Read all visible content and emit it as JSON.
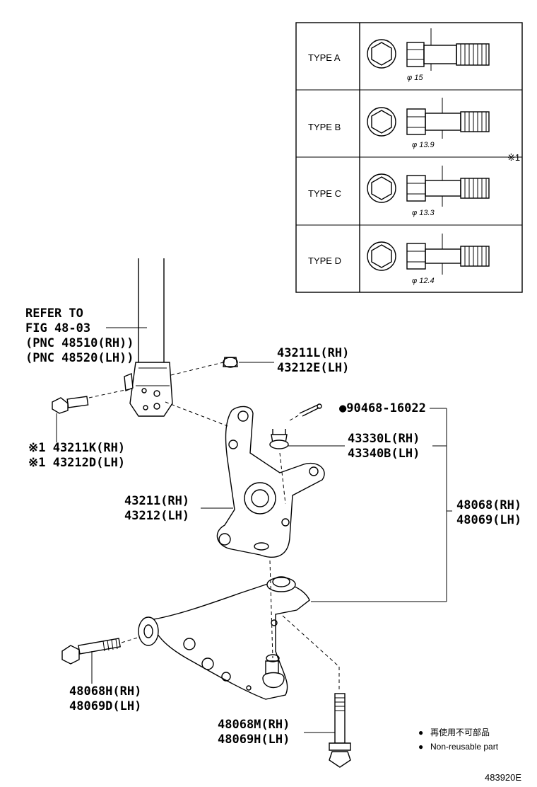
{
  "diagram_id": "483920E",
  "type_table": {
    "marker": "※1",
    "rows": [
      {
        "type": "TYPE A",
        "dimension": "φ 15"
      },
      {
        "type": "TYPE B",
        "dimension": "φ 13.9"
      },
      {
        "type": "TYPE C",
        "dimension": "φ 13.3"
      },
      {
        "type": "TYPE D",
        "dimension": "φ 12.4"
      }
    ]
  },
  "callouts": {
    "refer": [
      "REFER TO",
      "FIG 48-03",
      "(PNC 48510(RH))",
      "(PNC 48520(LH))"
    ],
    "nut_upper": [
      "43211L(RH)",
      "43212E(LH)"
    ],
    "bolt_left": [
      "※1 43211K(RH)",
      "※1 43212D(LH)"
    ],
    "cotter_pin": "●90468-16022",
    "castle_nut": [
      "43330L(RH)",
      "43340B(LH)"
    ],
    "knuckle": [
      "43211(RH)",
      "43212(LH)"
    ],
    "arm_assy": [
      "48068(RH)",
      "48069(LH)"
    ],
    "arm_bolt": [
      "48068H(RH)",
      "48069D(LH)"
    ],
    "lower_bolt": [
      "48068M(RH)",
      "48069H(LH)"
    ]
  },
  "legend": [
    {
      "symbol": "●",
      "text": "再使用不可部品"
    },
    {
      "symbol": "●",
      "text": "Non-reusable part"
    }
  ]
}
